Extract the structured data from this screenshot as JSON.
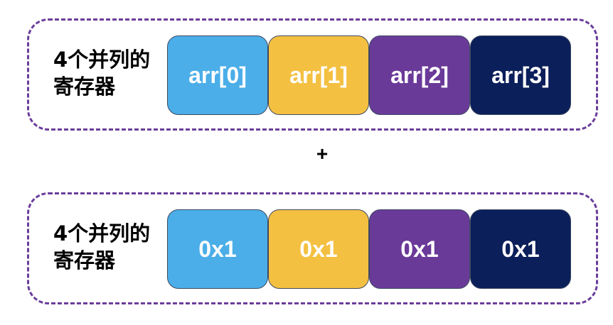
{
  "groups": [
    {
      "label_line1": "4个并列的",
      "label_line2": "寄存器",
      "cells": [
        {
          "text": "arr[0]",
          "color": "#4baee8"
        },
        {
          "text": "arr[1]",
          "color": "#f4c042"
        },
        {
          "text": "arr[2]",
          "color": "#6a3a99"
        },
        {
          "text": "arr[3]",
          "color": "#0b1f5a"
        }
      ]
    },
    {
      "label_line1": "4个并列的",
      "label_line2": "寄存器",
      "cells": [
        {
          "text": "0x1",
          "color": "#4baee8"
        },
        {
          "text": "0x1",
          "color": "#f4c042"
        },
        {
          "text": "0x1",
          "color": "#6a3a99"
        },
        {
          "text": "0x1",
          "color": "#0b1f5a"
        }
      ]
    }
  ],
  "operator": "+",
  "border_color": "#6a3d9a"
}
